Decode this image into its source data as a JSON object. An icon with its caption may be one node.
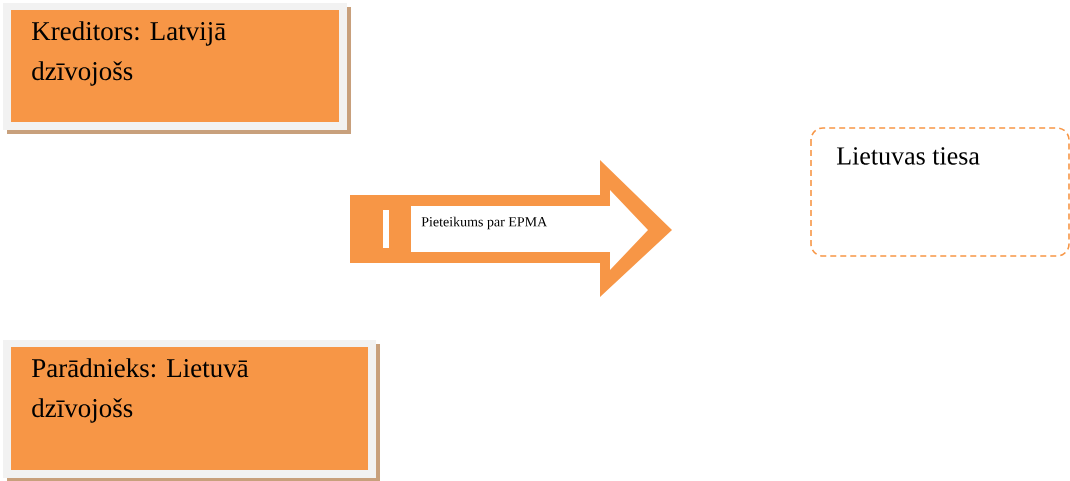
{
  "diagram": {
    "nodes": [
      {
        "text": [
          "Kreditors: Latvijā dzīvojošs"
        ]
      },
      {
        "text": [
          "Pieteikums par EPMA"
        ]
      },
      {
        "text": [
          "Lietuvas tiesa"
        ]
      },
      {
        "text": [
          "Parādnieks: Lietuvā dzīvojošs"
        ]
      }
    ]
  }
}
